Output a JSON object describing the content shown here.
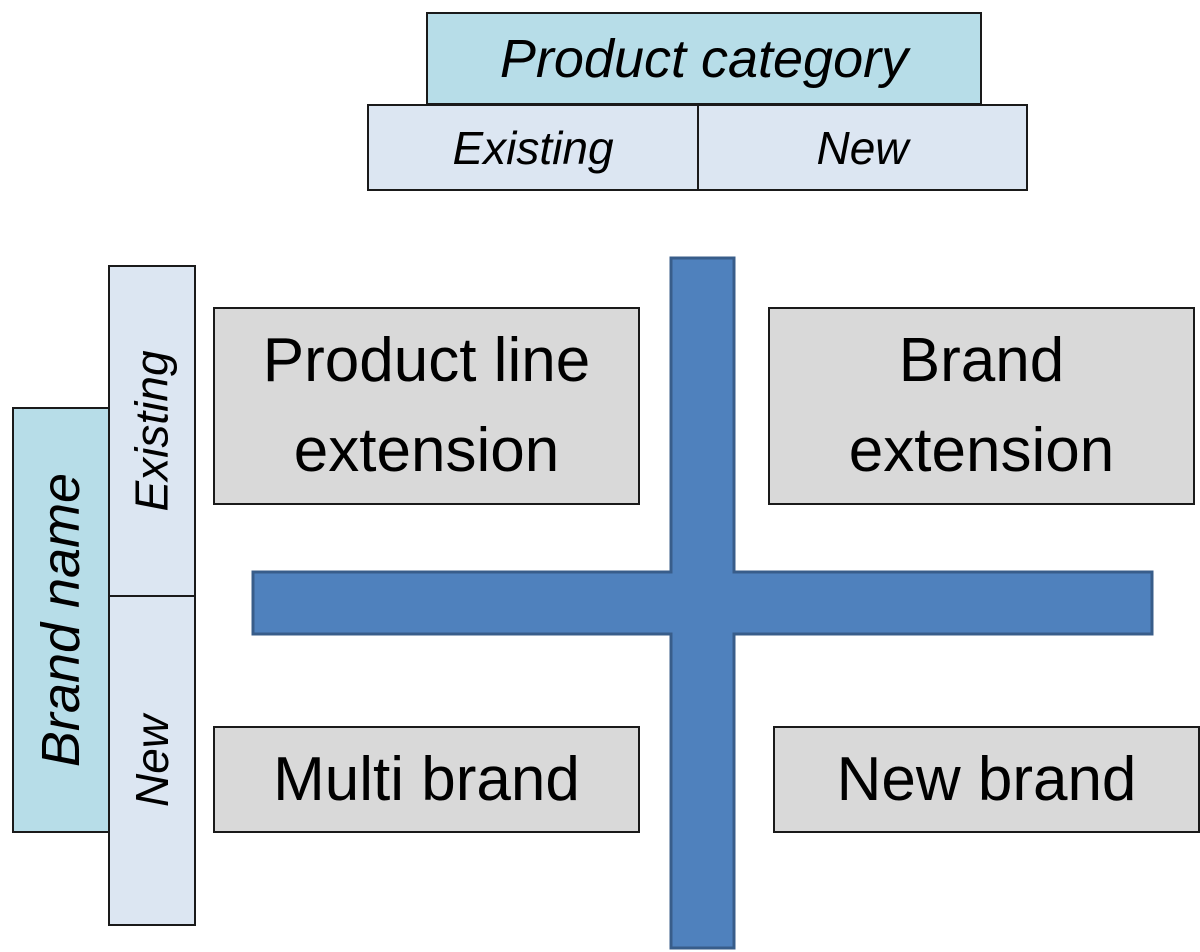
{
  "product_category": {
    "title": "Product category",
    "existing": "Existing",
    "new": "New"
  },
  "brand_name": {
    "title": "Brand name",
    "existing": "Existing",
    "new": "New"
  },
  "quadrants": {
    "top_left": [
      "Product line",
      "extension"
    ],
    "top_right": [
      "Brand",
      "extension"
    ],
    "bottom_left": "Multi brand",
    "bottom_right": "New brand"
  },
  "colors": {
    "header_dark": "#b7dde8",
    "header_light": "#dce6f2",
    "quadrant_fill": "#d9d9d9",
    "cross_fill": "#4f81bd",
    "cross_stroke": "#385d8a"
  }
}
